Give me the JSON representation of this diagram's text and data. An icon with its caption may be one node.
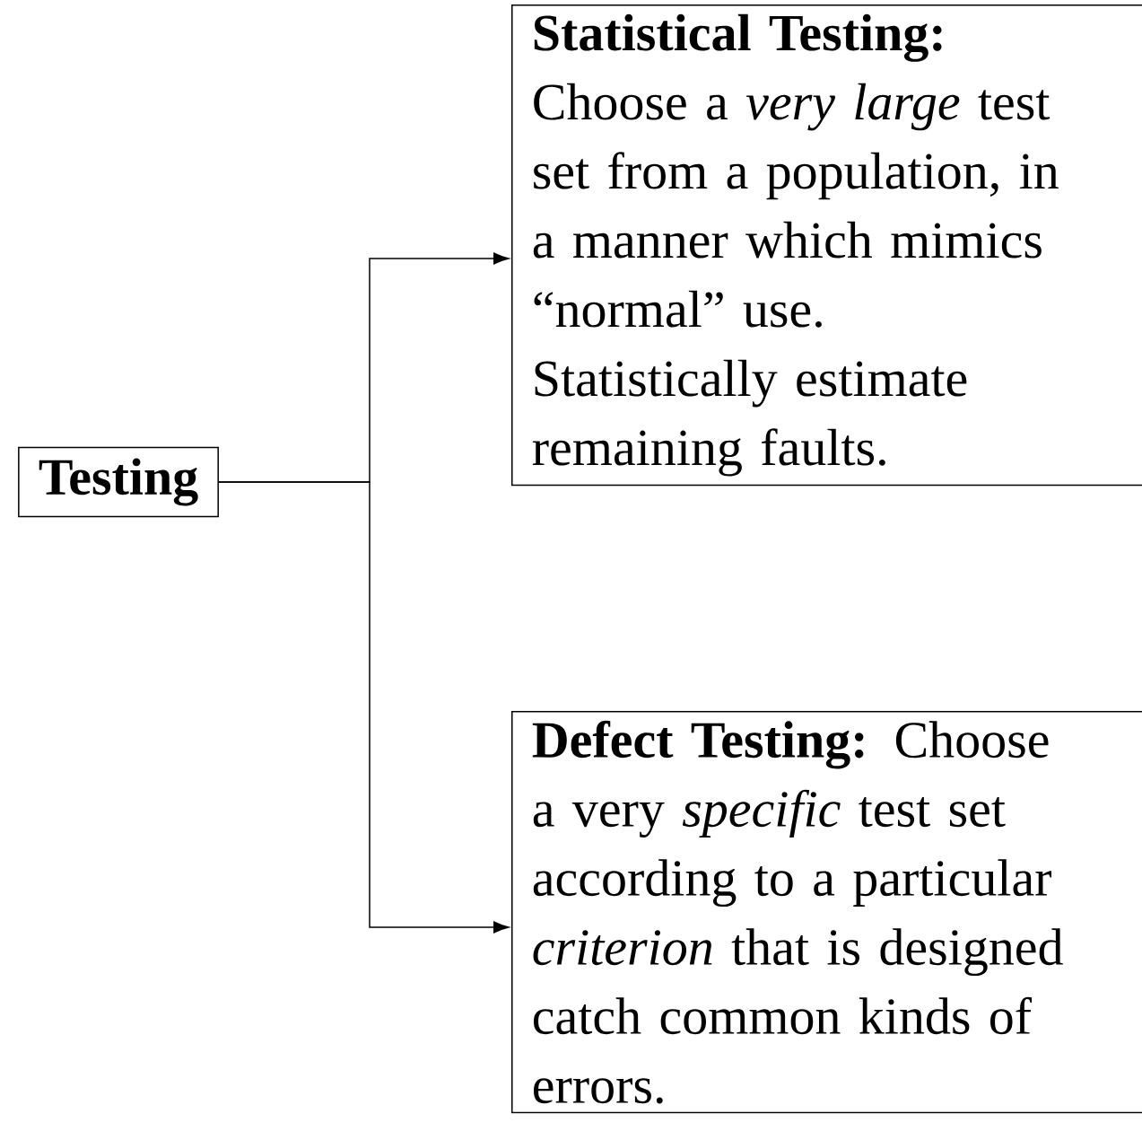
{
  "diagram": {
    "nodes": [
      {
        "text": [
          "Testing"
        ]
      },
      {
        "text": [
          "Statistical Testing:",
          "Choose a *very large* test set from a population, in a manner which mimics “normal” use.",
          "Statistically estimate remaining faults."
        ]
      },
      {
        "text": [
          "**Defect Testing:** Choose a very *specific* test set according to a particular *criterion* that is designed catch common kinds of errors."
        ]
      }
    ],
    "edges": [
      {
        "from": 0,
        "to": 1,
        "arrow": "to"
      },
      {
        "from": 0,
        "to": 2,
        "arrow": "to"
      }
    ]
  }
}
